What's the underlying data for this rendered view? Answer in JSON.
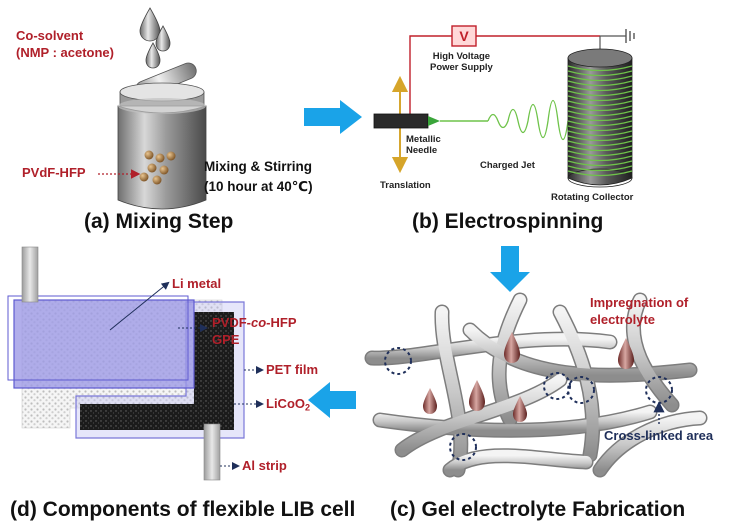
{
  "mixing": {
    "cosolvent_line1": "Co-solvent",
    "cosolvent_line2": "(NMP : acetone)",
    "pvdf": "PVdF-HFP",
    "stir_line1": "Mixing & Stirring",
    "stir_line2": "(10 hour at 40℃)",
    "caption": "(a) Mixing Step"
  },
  "electrospinning": {
    "voltmeter_symbol": "V",
    "hv_line1": "High Voltage",
    "hv_line2": "Power Supply",
    "needle_line1": "Metallic",
    "needle_line2": "Needle",
    "translation": "Translation",
    "jet": "Charged Jet",
    "collector": "Rotating Collector",
    "caption": "(b) Electrospinning"
  },
  "gel": {
    "impregnation_line1": "Impregnation of",
    "impregnation_line2": "electrolyte",
    "crosslinked": "Cross-linked area",
    "caption": "(c) Gel electrolyte Fabrication"
  },
  "components": {
    "li_metal": "Li metal",
    "gpe_prefix": "PVDF-",
    "gpe_italic": "co",
    "gpe_suffix": "-HFP",
    "gpe_line2": "GPE",
    "pet": "PET film",
    "licoo_main": "LiCoO",
    "licoo_sub": "2",
    "al": "Al strip",
    "caption": "(d) Components of flexible LIB cell"
  },
  "colors": {
    "label_red": "#b0202a",
    "arrow_blue": "#1aa3e8",
    "li_purple": "#9b97e6",
    "coil_green": "#6fc34a",
    "navy": "#1f2f5a"
  }
}
